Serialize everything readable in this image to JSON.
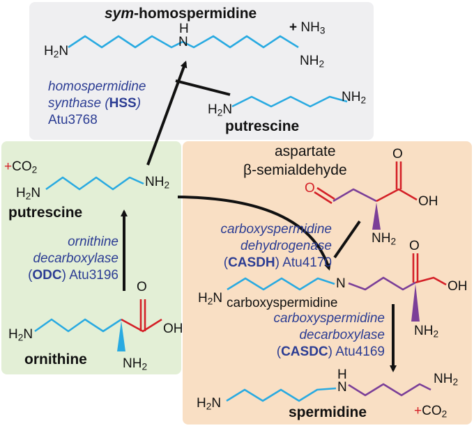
{
  "top_product": {
    "prefix": "sym",
    "name": "-homospermidine"
  },
  "byproducts": {
    "nh3_plus": "+",
    "nh3": "NH",
    "nh3_sub": "3",
    "co2_plus": "+",
    "co2": "CO",
    "co2_sub": "2"
  },
  "molecules": {
    "putrescine_top": "putrescine",
    "putrescine_left": "putrescine",
    "ornithine": "ornithine",
    "aspartate_line1": "aspartate",
    "aspartate_line2": "β-semialdehyde",
    "carboxyspermidine": "carboxyspermidine",
    "spermidine": "spermidine"
  },
  "atoms": {
    "H2N": "H2N",
    "NH2": "NH2",
    "N": "N",
    "H": "H",
    "O": "O",
    "OH": "OH",
    "NH": "NH"
  },
  "enzymes": {
    "hss": {
      "line1": "homospermidine",
      "line2a": "synthase (",
      "abbr": "HSS",
      "line2b": ")",
      "gene": "Atu3768"
    },
    "odc": {
      "line1": "ornithine",
      "line2": "decarboxylase",
      "open": "(",
      "abbr": "ODC",
      "close": ")",
      "gene": "Atu3196"
    },
    "casdh": {
      "line1": "carboxyspermidine",
      "line2": "dehydrogenase",
      "open": "(",
      "abbr": "CASDH",
      "close": ")",
      "gene": "Atu4170"
    },
    "casdc": {
      "line1": "carboxyspermidine",
      "line2": "decarboxylase",
      "open": "(",
      "abbr": "CASDC",
      "close": ")",
      "gene": "Atu4169"
    }
  },
  "colors": {
    "grey_panel": "#efeff1",
    "green_panel": "#e3efd6",
    "orange_panel": "#f9dfc4",
    "chain": "#29aae1",
    "acid": "#d42027",
    "purple": "#7b3f98",
    "enzyme_text": "#2b3c93"
  }
}
